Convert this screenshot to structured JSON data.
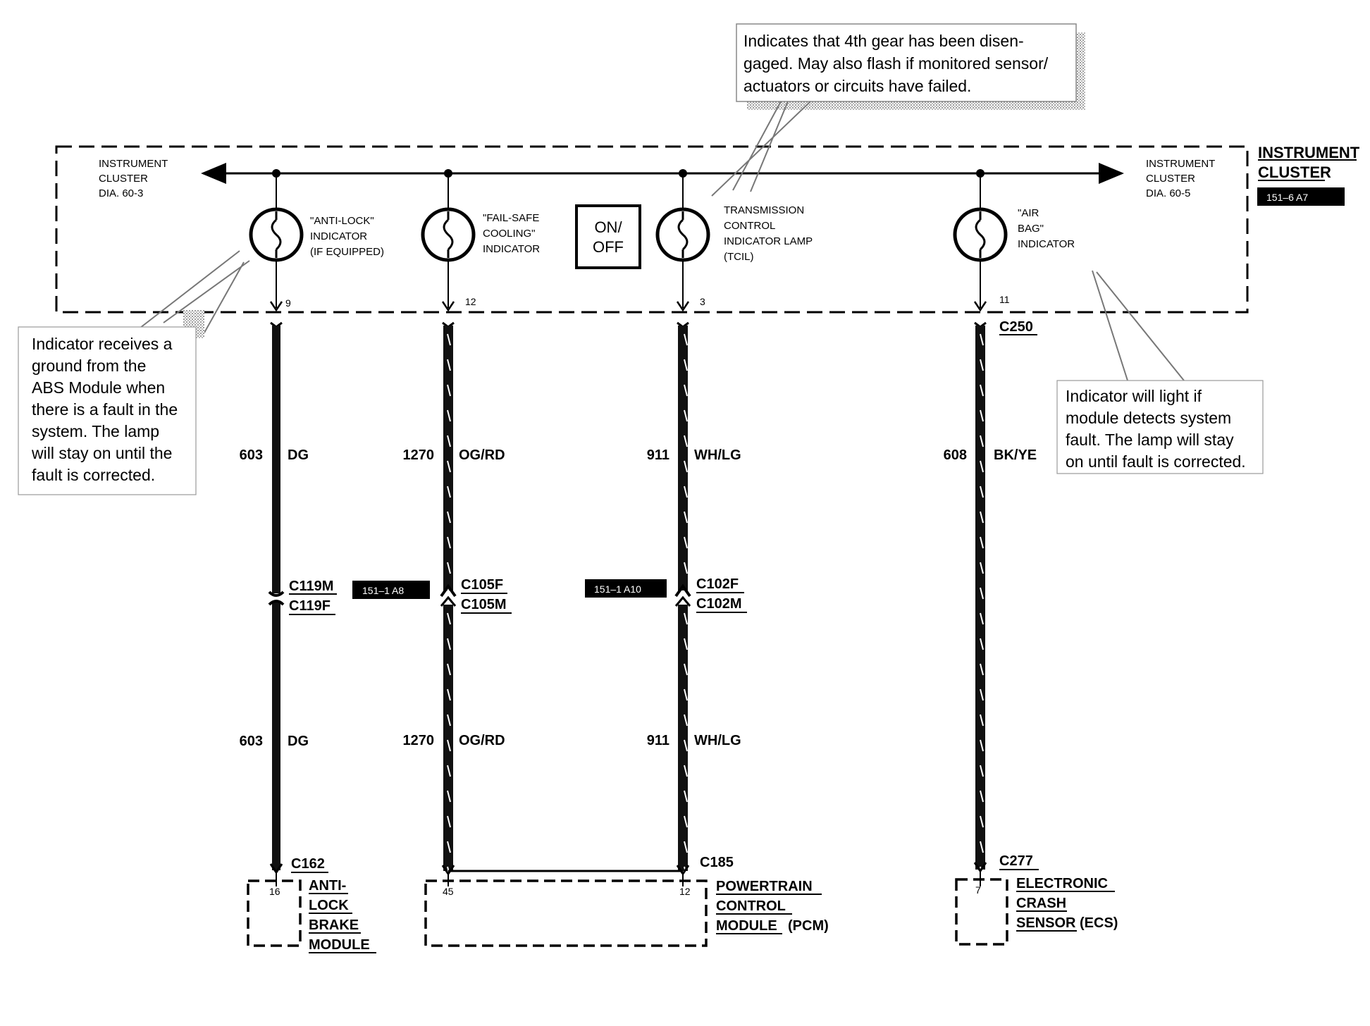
{
  "cluster": {
    "title_line1": "INSTRUMENT",
    "title_line2": "CLUSTER",
    "ref": "151–6 A7",
    "left_ref": [
      "INSTRUMENT",
      "CLUSTER",
      "DIA. 60-3"
    ],
    "right_ref": [
      "INSTRUMENT",
      "CLUSTER",
      "DIA. 60-5"
    ],
    "on_off": [
      "ON/",
      "OFF"
    ]
  },
  "lamps": [
    {
      "label": [
        "\"ANTI-LOCK\"",
        "INDICATOR",
        "(IF EQUIPPED)"
      ],
      "pin": "9"
    },
    {
      "label": [
        "\"FAIL-SAFE",
        "COOLING\"",
        "INDICATOR"
      ],
      "pin": "12"
    },
    {
      "label": [
        "TRANSMISSION",
        "CONTROL",
        "INDICATOR LAMP",
        "(TCIL)"
      ],
      "pin": "3"
    },
    {
      "label": [
        "\"AIR",
        "BAG\"",
        "INDICATOR"
      ],
      "pin": "11",
      "connector": "C250"
    }
  ],
  "wires": [
    {
      "circuit": "603",
      "color": "DG"
    },
    {
      "circuit": "1270",
      "color": "OG/RD"
    },
    {
      "circuit": "911",
      "color": "WH/LG"
    },
    {
      "circuit": "608",
      "color": "BK/YE"
    }
  ],
  "inline_connectors": [
    {
      "top": "C119M",
      "bottom": "C119F"
    },
    {
      "top": "C105F",
      "bottom": "C105M",
      "ref": "151–1 A8"
    },
    {
      "top": "C102F",
      "bottom": "C102M",
      "ref": "151–1 A10"
    }
  ],
  "modules": [
    {
      "connector": "C162",
      "pin": "16",
      "name": [
        "ANTI-",
        "LOCK",
        "BRAKE",
        "MODULE"
      ]
    },
    {
      "connector": "C185",
      "pins": [
        "45",
        "12"
      ],
      "name": [
        "POWERTRAIN",
        "CONTROL",
        "MODULE",
        "(PCM)"
      ]
    },
    {
      "connector": "C277",
      "pin": "7",
      "name": [
        "ELECTRONIC",
        "CRASH",
        "SENSOR",
        "(ECS)"
      ]
    }
  ],
  "notes": {
    "top": [
      "Indicates that 4th gear has been disen-",
      "gaged. May also flash if monitored sensor/",
      "actuators or circuits have failed."
    ],
    "left": [
      "Indicator receives a",
      "ground from the",
      "ABS Module when",
      "there is a fault in the",
      "system. The lamp",
      "will stay on until the",
      "fault is corrected."
    ],
    "right": [
      "Indicator will light if",
      "module detects system",
      "fault.  The lamp will stay",
      "on until fault is corrected."
    ]
  }
}
